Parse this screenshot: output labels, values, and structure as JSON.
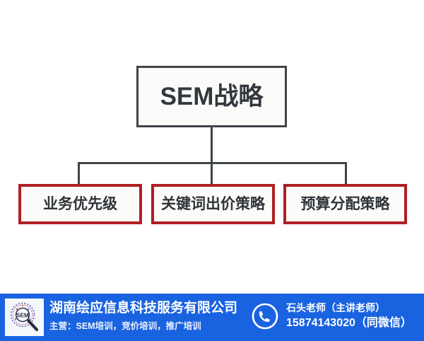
{
  "diagram": {
    "type": "org-tree",
    "root": {
      "label": "SEM战略",
      "border_color": "#3f4449",
      "fill_color": "#fbfbfa"
    },
    "children": [
      {
        "label": "业务优先级",
        "border_color": "#b01f24",
        "fill_color": "#fcfbfa"
      },
      {
        "label": "关键词出价策略",
        "border_color": "#b01f24",
        "fill_color": "#fcfbfa"
      },
      {
        "label": "预算分配策略",
        "border_color": "#b01f24",
        "fill_color": "#fcfbfa"
      }
    ],
    "connector_color": "#3f4449"
  },
  "footer": {
    "background_color": "#1a63e0",
    "logo": {
      "icon": "magnifier-seal-logo",
      "text": "SEM"
    },
    "company": "湖南绘应信息科技服务有限公司",
    "tagline": "主营：SEM培训，竞价培训，推广培训",
    "contact": {
      "phone_icon": "phone-icon",
      "name": "石头老师（主讲老师）",
      "phone": "15874143020（同微信）"
    }
  }
}
